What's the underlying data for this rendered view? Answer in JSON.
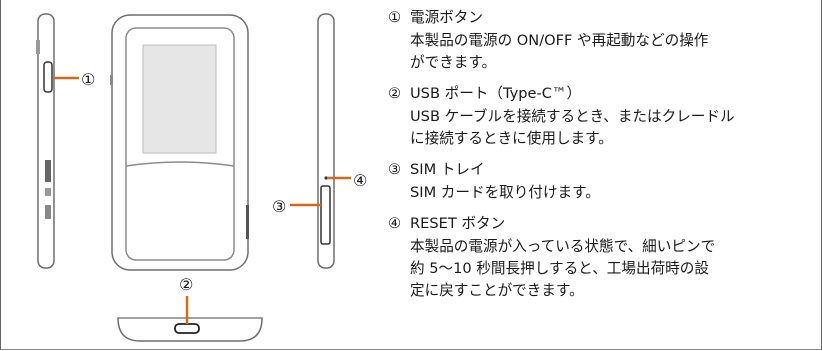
{
  "figure": {
    "callouts": [
      "①",
      "②",
      "③",
      "④"
    ],
    "colors": {
      "leader": "#d2691e",
      "outline": "#6e6e6e",
      "screen": "#e6e6e6"
    }
  },
  "items": [
    {
      "num": "①",
      "title": "電源ボタン",
      "lines": [
        "本製品の電源の ON/OFF や再起動などの操作",
        "ができます。"
      ]
    },
    {
      "num": "②",
      "title": "USB ポート（Type-C™）",
      "lines": [
        "USB ケーブルを接続するとき、またはクレードル",
        "に接続するときに使用します。"
      ]
    },
    {
      "num": "③",
      "title": "SIM トレイ",
      "lines": [
        "SIM カードを取り付けます。"
      ]
    },
    {
      "num": "④",
      "title": "RESET ボタン",
      "lines": [
        "本製品の電源が入っている状態で、細いピンで",
        "約 5～10 秒間長押しすると、工場出荷時の設",
        "定に戻すことができます。"
      ]
    }
  ]
}
